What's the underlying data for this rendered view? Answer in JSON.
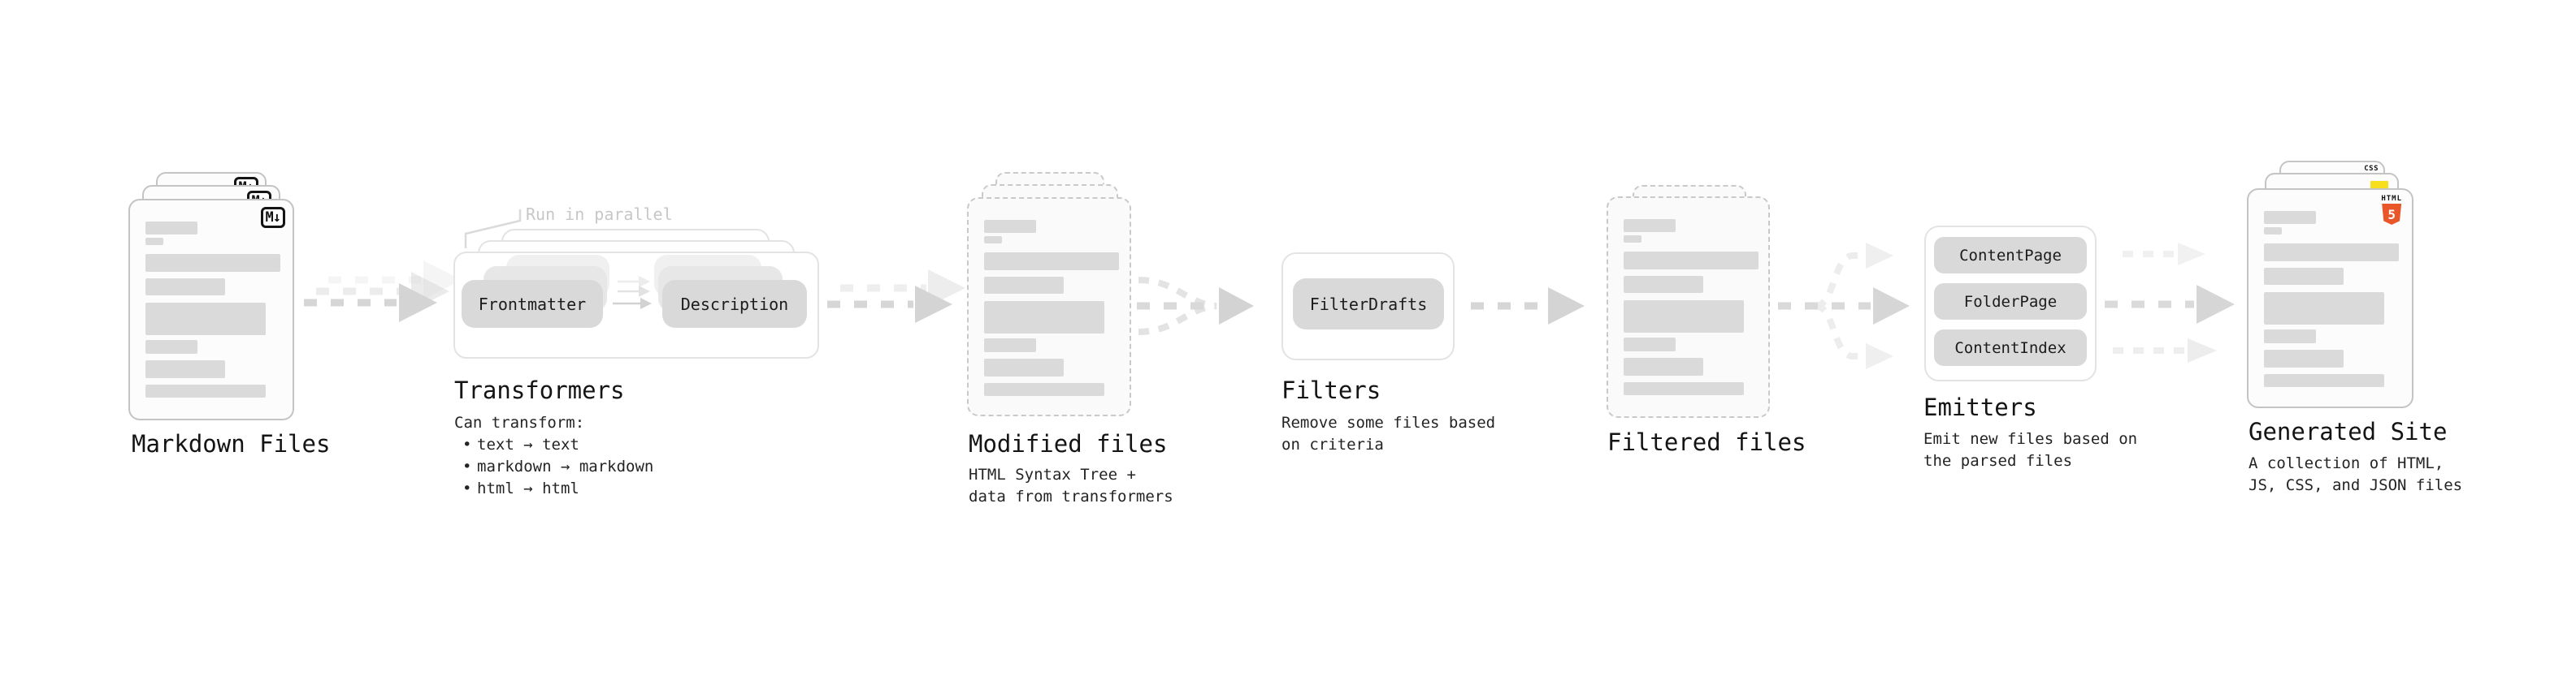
{
  "ui": {
    "bullet_char": "•"
  },
  "icons": {
    "markdown": "M↓",
    "html_label": "HTML",
    "html_number": "5",
    "css_label": "CSS"
  },
  "colors": {
    "html5_orange": "#e8562a",
    "js_yellow": "#f7df1e",
    "css_blue": "#2965f1",
    "doc_border": "#c4c4c4",
    "bar_fill": "#dadada",
    "node_fill": "#d9d9d9",
    "arrow_main": "#d6d6d6",
    "text_primary": "#141414",
    "text_muted": "#c7c7c7"
  },
  "stages": {
    "markdown": {
      "label": "Markdown Files"
    },
    "transformers": {
      "label": "Transformers",
      "callout": "Run in parallel",
      "nodes": {
        "a": "Frontmatter",
        "b": "Description"
      },
      "desc_title": "Can transform:",
      "bullets": [
        "text → text",
        "markdown → markdown",
        "html → html"
      ]
    },
    "modified": {
      "label": "Modified files",
      "desc": [
        "HTML Syntax Tree +",
        "data from transformers"
      ]
    },
    "filters": {
      "label": "Filters",
      "node": "FilterDrafts",
      "desc": [
        "Remove some files based",
        "on criteria"
      ]
    },
    "filtered": {
      "label": "Filtered files"
    },
    "emitters": {
      "label": "Emitters",
      "nodes": [
        "ContentPage",
        "FolderPage",
        "ContentIndex"
      ],
      "desc": [
        "Emit new files based on",
        "the parsed files"
      ]
    },
    "generated": {
      "label": "Generated Site",
      "desc": [
        "A collection of HTML,",
        "JS, CSS, and JSON files"
      ]
    }
  }
}
